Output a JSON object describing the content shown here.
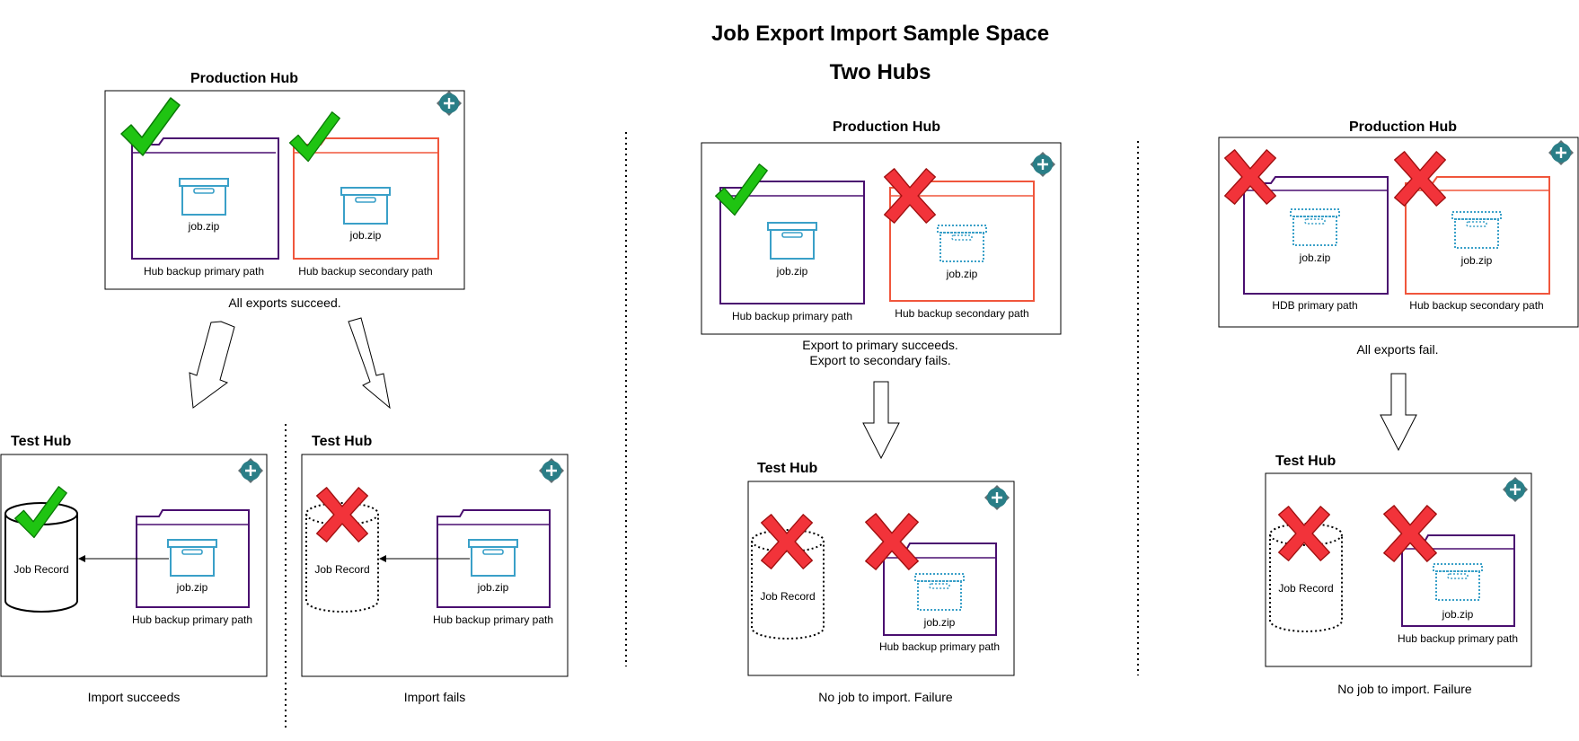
{
  "title": "Job Export Import Sample Space",
  "subtitle": "Two Hubs",
  "colors": {
    "primary_folder": "#4a0f70",
    "secondary_folder": "#f0563c",
    "box": "#3aa0c8",
    "check": "#1fc412",
    "cross": "#f2333a",
    "badge": "#2a7e87"
  },
  "icons": [
    "plus-badge-icon",
    "folder-icon",
    "archive-box-icon",
    "database-icon",
    "checkmark-icon",
    "cross-icon",
    "down-arrow-icon"
  ],
  "scenario1": {
    "prod_header": "Production Hub",
    "prod_primary_file": "job.zip",
    "prod_primary_label": "Hub backup primary path",
    "prod_secondary_file": "job.zip",
    "prod_secondary_label": "Hub backup secondary path",
    "prod_caption": "All exports succeed.",
    "test_a_header": "Test Hub",
    "test_a_db": "Job Record",
    "test_a_file": "job.zip",
    "test_a_label": "Hub backup primary path",
    "test_a_caption": "Import succeeds",
    "test_b_header": "Test Hub",
    "test_b_db": "Job Record",
    "test_b_file": "job.zip",
    "test_b_label": "Hub backup primary path",
    "test_b_caption": "Import fails"
  },
  "scenario2": {
    "prod_header": "Production Hub",
    "prod_primary_file": "job.zip",
    "prod_primary_label": "Hub backup primary path",
    "prod_secondary_file": "job.zip",
    "prod_secondary_label": "Hub backup secondary path",
    "prod_caption_line1": "Export to primary succeeds.",
    "prod_caption_line2": "Export to secondary fails.",
    "test_header": "Test Hub",
    "test_db": "Job Record",
    "test_file": "job.zip",
    "test_label": "Hub backup primary path",
    "test_caption": "No job to import. Failure"
  },
  "scenario3": {
    "prod_header": "Production Hub",
    "prod_primary_file": "job.zip",
    "prod_primary_label": "HDB primary path",
    "prod_secondary_file": "job.zip",
    "prod_secondary_label": "Hub backup secondary path",
    "prod_caption": "All exports fail.",
    "test_header": "Test Hub",
    "test_db": "Job Record",
    "test_file": "job.zip",
    "test_label": "Hub backup primary path",
    "test_caption": "No job to import. Failure"
  }
}
